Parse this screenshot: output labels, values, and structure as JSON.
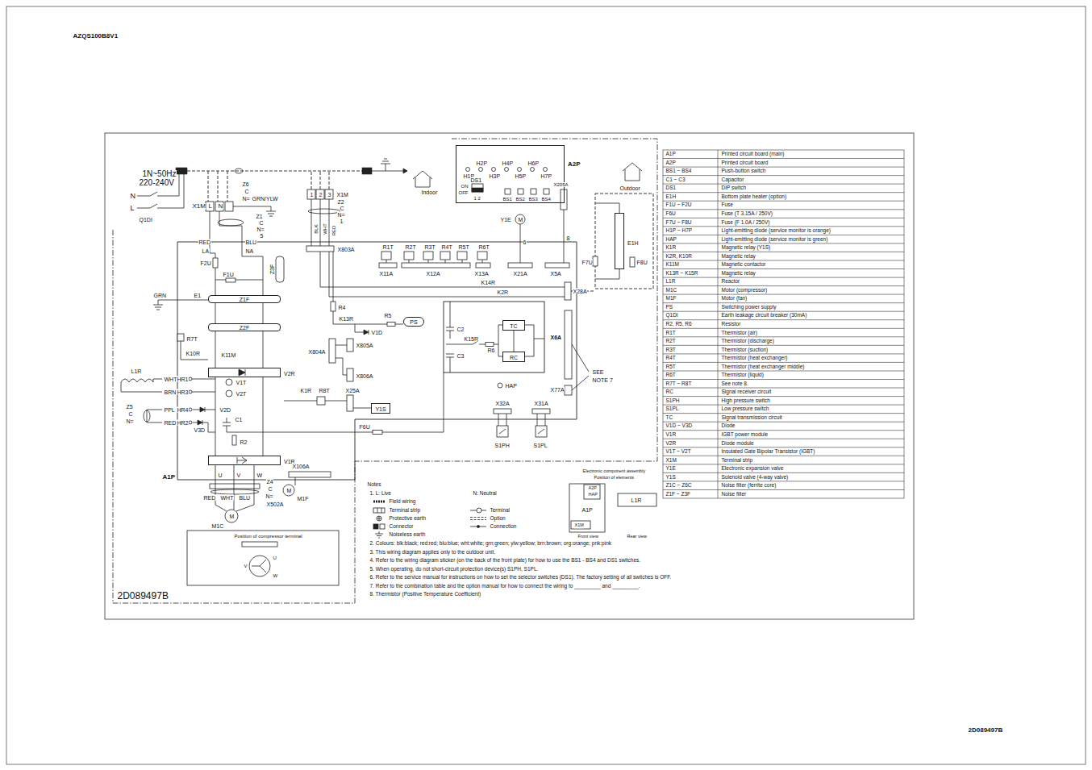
{
  "diagram": {
    "nodes": [
      {
        "text": [
          "A2P"
        ]
      },
      {
        "text": [
          "PS"
        ]
      },
      {
        "text": [
          "TC"
        ]
      },
      {
        "text": [
          "RC"
        ]
      },
      {
        "text": [
          "Y1S"
        ]
      },
      {
        "text": [
          "Z1F"
        ]
      },
      {
        "text": [
          "Z2F"
        ]
      },
      {
        "text": [
          "V2R"
        ]
      },
      {
        "text": [
          "V1R"
        ]
      },
      {
        "text": [
          "E1H"
        ]
      }
    ],
    "edges": [
      {
        "from": 5,
        "to": 6,
        "arrow": "none"
      },
      {
        "from": 6,
        "to": 7,
        "arrow": "none"
      },
      {
        "from": 7,
        "to": 8,
        "arrow": "none"
      },
      {
        "from": 2,
        "to": 3,
        "arrow": "none"
      }
    ],
    "labels": [
      "AZQS100B8V1",
      "2D089497B",
      "1N~50Hz",
      "220-240V",
      "N",
      "L",
      "Q1DI",
      "X1M",
      "L",
      "N",
      "Z6",
      "C",
      "N=",
      "GRN/YLW",
      "Z1",
      "C",
      "N=",
      "5",
      "RED",
      "BLU",
      "LA",
      "NA",
      "F2U",
      "F1U",
      "E1",
      "GRN",
      "Z3F",
      "R7T",
      "K10R",
      "K11M",
      "L1R",
      "Z5",
      "C",
      "N=",
      "WHT",
      "HR1",
      "BRN",
      "HR3",
      "PPL",
      "HR4",
      "RED",
      "HR2",
      "V1T",
      "V2T",
      "V2D",
      "C1",
      "V3D",
      "R2",
      "A1P",
      "U",
      "V",
      "W",
      "Z4",
      "C",
      "N=",
      "RED",
      "WHT",
      "BLU",
      "X502A",
      "M1C",
      "Position of compressor terminal",
      "U",
      "V",
      "W",
      "2D089497B",
      "1",
      "2",
      "3",
      "X1M",
      "Z2",
      "C",
      "N=",
      "1",
      "BLK",
      "WHT",
      "RED",
      "X803A",
      "Indoor",
      "R4",
      "K13R",
      "R5",
      "V1D",
      "X804A",
      "X805A",
      "X806A",
      "C2",
      "C3",
      "K15R",
      "R6",
      "K14R",
      "K2R",
      "X28A",
      "X6A",
      "SEE",
      "NOTE 7",
      "X77A",
      "HAP",
      "X32A",
      "X31A",
      "S1PH",
      "S1PL",
      "K1R",
      "R8T",
      "X25A",
      "F6U",
      "X106A",
      "M1F",
      "R1T",
      "R2T",
      "R3T",
      "R4T",
      "R5T",
      "R6T",
      "X11A",
      "X12A",
      "X13A",
      "X21A",
      "X5A",
      "Y1E",
      "6",
      "8",
      "H1P",
      "H2P",
      "H3P",
      "H4P",
      "H5P",
      "H6P",
      "H7P",
      "X205A",
      "DS1",
      "ON",
      "OFF",
      "1 2",
      "BS1",
      "BS2",
      "BS3",
      "BS4",
      "Outdoor",
      "F7U",
      "F8U",
      "Notes",
      "1. L: Live",
      "N: Neutral",
      "Field wiring",
      "Terminal strip",
      "Protective earth",
      "Connector",
      "Noiseless earth",
      "Terminal",
      "Option",
      "Connection",
      "2. Colours: blk:black; red:red; blu:blue; wht:white; grn:green; ylw:yellow; brn:brown; org:orange; pnk:pink",
      "3. This wiring diagram applies only to the outdoor unit.",
      "4. Refer to the wiring diagram sticker (on the back of the front plate) for how to use the BS1 - BS4 and DS1 switches.",
      "5. When operating, do not short-circuit protection device(s) S1PH, S1PL.",
      "6. Refer to the service manual for instructions on how to set the selector switches (DS1). The factory setting of all switches is OFF.",
      "7. Refer to the combination table and the option manual for how to connect the wiring to _________ and _________.",
      "8. Thermistor (Positive Temperature Coefficient)",
      "Electronic component assembly",
      "Position of elements",
      "A2P",
      "HAP",
      "A1P",
      "X1M",
      "L1R",
      "Front view",
      "Rear view",
      "M",
      "M",
      "M",
      "A1P",
      "Printed circuit board (main)",
      "A2P",
      "Printed circuit board",
      "BS1 ~ BS4",
      "Push-button switch",
      "C1 ~ C3",
      "Capacitor",
      "DS1",
      "DIP switch",
      "E1H",
      "Bottom plate heater (option)",
      "F1U ~ F2U",
      "Fuse",
      "F6U",
      "Fuse (T 3.15A / 250V)",
      "F7U ~ F8U",
      "Fuse (F 1.0A / 250V)",
      "H1P ~ H7P",
      "Light-emitting diode (service monitor is orange)",
      "HAP",
      "Light-emitting diode (service monitor is green)",
      "K1R",
      "Magnetic relay (Y1S)",
      "K2R, K10R",
      "Magnetic relay",
      "K11M",
      "Magnetic contactor",
      "K13R ~ K15R",
      "Magnetic relay",
      "L1R",
      "Reactor",
      "M1C",
      "Motor (compressor)",
      "M1F",
      "Motor (fan)",
      "PS",
      "Switching power supply",
      "Q1DI",
      "Earth leakage circuit breaker (30mA)",
      "R2, R5, R6",
      "Resistor",
      "R1T",
      "Thermistor (air)",
      "R2T",
      "Thermistor (discharge)",
      "R3T",
      "Thermistor (suction)",
      "R4T",
      "Thermistor (heat exchanger)",
      "R5T",
      "Thermistor (heat exchanger middle)",
      "R6T",
      "Thermistor (liquid)",
      "R7T ~ R8T",
      "See note 8.",
      "RC",
      "Signal receiver circuit",
      "S1PH",
      "High pressure switch",
      "S1PL",
      "Low pressure switch",
      "TC",
      "Signal transmission circuit",
      "V1D ~ V3D",
      "Diode",
      "V1R",
      "IGBT power module",
      "V2R",
      "Diode module",
      "V1T ~ V2T",
      "Insulated Gate Bipolar Transistor (IGBT)",
      "X1M",
      "Terminal strip",
      "Y1E",
      "Electronic expansion valve",
      "Y1S",
      "Solenoid valve (4-way valve)",
      "Z1C ~ Z6C",
      "Noise filter (ferrite core)",
      "Z1F ~ Z3F",
      "Noise filter"
    ]
  }
}
